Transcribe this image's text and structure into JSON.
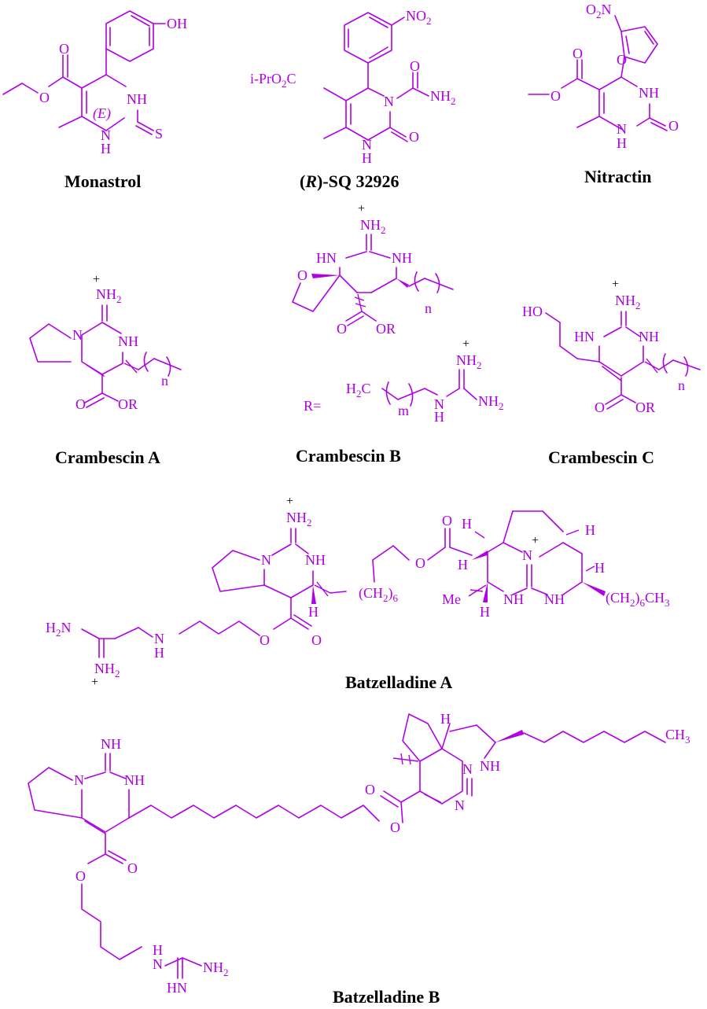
{
  "colors": {
    "structure": "#b000e6",
    "caption": "#000000",
    "background": "#ffffff"
  },
  "captions": {
    "monastrol": "Monastrol",
    "sq_prefix": "(",
    "sq_r": "R",
    "sq_rest": ")-SQ 32926",
    "nitractin": "Nitractin",
    "crambescin_a": "Crambescin A",
    "crambescin_b": "Crambescin B",
    "crambescin_c": "Crambescin C",
    "batzelladine_a": "Batzelladine A",
    "batzelladine_b": "Batzelladine B"
  },
  "labels": {
    "oh": "OH",
    "o": "O",
    "nh": "NH",
    "n": "N",
    "h": "H",
    "s": "S",
    "e_iso": "(E)",
    "no2": "NO",
    "two": "2",
    "o2n": "O",
    "ipr": "i-PrO",
    "c": "C",
    "nh2": "NH",
    "ho": "HO",
    "r": "R",
    "or": "OR",
    "n_sub": "n",
    "m_sub": "m",
    "r_eq": "R=",
    "h2c": "H",
    "me": "Me",
    "ch2": "(CH",
    "six": "6",
    "ch3": "CH",
    "three": "3",
    "hn": "HN",
    "h2n": "H",
    "nh_imine": "NH",
    "plus": "+"
  }
}
